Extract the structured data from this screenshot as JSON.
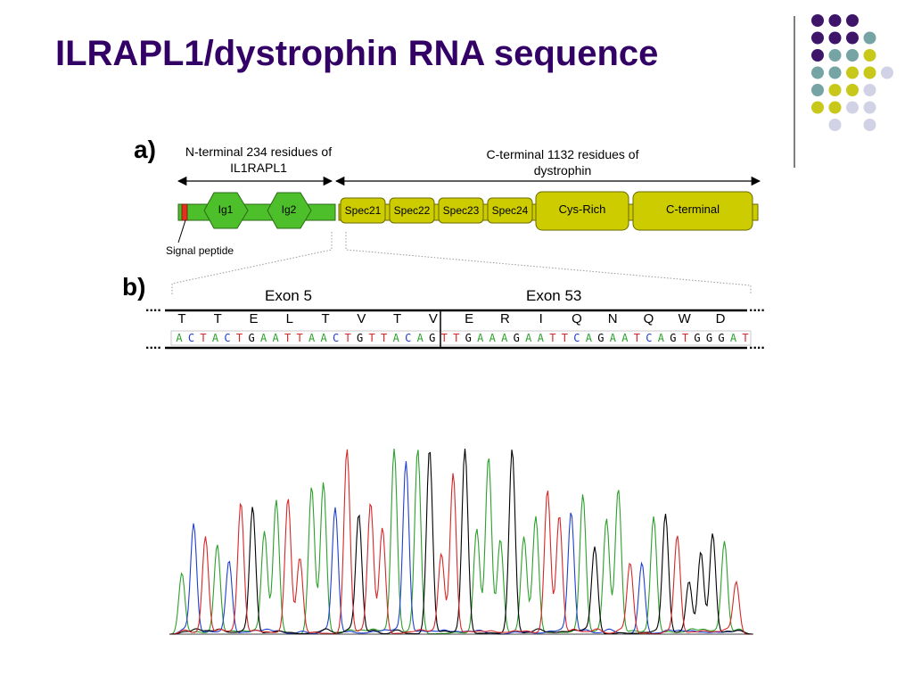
{
  "title": "ILRAPL1/dystrophin RNA sequence",
  "panel_a": {
    "label": "a)",
    "n_terminal": "N-terminal 234 residues of IL1RAPL1",
    "c_terminal": "C-terminal 1132 residues of dystrophin",
    "signal_peptide": "Signal peptide",
    "domains": {
      "ig1": "Ig1",
      "ig2": "Ig2",
      "spec21": "Spec21",
      "spec22": "Spec22",
      "spec23": "Spec23",
      "spec24": "Spec24",
      "cys_rich": "Cys-Rich",
      "c_terminal": "C-terminal"
    }
  },
  "panel_b": {
    "label": "b)",
    "exon_left": "Exon 5",
    "exon_right": "Exon 53",
    "ellipsis": "....",
    "amino_acids": [
      "T",
      "T",
      "E",
      "L",
      "T",
      "V",
      "T",
      "V",
      "E",
      "R",
      "I",
      "Q",
      "N",
      "Q",
      "W",
      "D"
    ],
    "nucleotides": "ACTACTGAATTAACTGTTACAGTTGAAAGAATTCAGAATCAGTGGGAT"
  },
  "colors": {
    "title": "#330066",
    "purple": "#3e1569",
    "teal": "#76a3a3",
    "olive": "#c8c81a",
    "lavender": "#d2d2e6",
    "green_domain": "#4dbf2a",
    "yellow_domain": "#cccc00",
    "signal": "#e03020",
    "base_A": "#2ca02c",
    "base_C": "#1f3fd0",
    "base_G": "#000000",
    "base_T": "#d62728"
  },
  "decor_dots": [
    [
      "purple",
      "purple",
      "purple",
      null
    ],
    [
      "purple",
      "purple",
      "purple",
      "teal"
    ],
    [
      "purple",
      "teal",
      "teal",
      "olive"
    ],
    [
      "teal",
      "teal",
      "olive",
      "olive",
      "lavender"
    ],
    [
      "teal",
      "olive",
      "olive",
      "lavender"
    ],
    [
      "olive",
      "olive",
      "lavender",
      "lavender"
    ],
    [
      null,
      "lavender",
      null,
      "lavender"
    ]
  ]
}
